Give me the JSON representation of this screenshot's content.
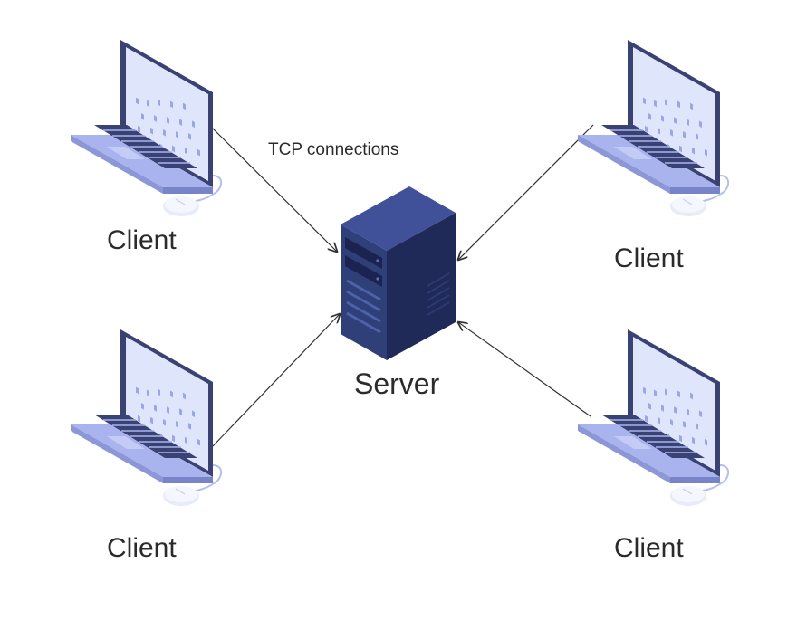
{
  "diagram": {
    "edge_label": "TCP connections",
    "server": {
      "label": "Server",
      "icon": "server-rack-icon"
    },
    "clients": [
      {
        "id": "client-top-left",
        "label": "Client",
        "icon": "laptop-icon"
      },
      {
        "id": "client-top-right",
        "label": "Client",
        "icon": "laptop-icon"
      },
      {
        "id": "client-bottom-left",
        "label": "Client",
        "icon": "laptop-icon"
      },
      {
        "id": "client-bottom-right",
        "label": "Client",
        "icon": "laptop-icon"
      }
    ],
    "edges": [
      {
        "from": "client-top-left",
        "to": "server",
        "directed": true
      },
      {
        "from": "client-top-right",
        "to": "server",
        "directed": true
      },
      {
        "from": "client-bottom-left",
        "to": "server",
        "directed": true
      },
      {
        "from": "client-bottom-right",
        "to": "server",
        "directed": true
      }
    ],
    "colors": {
      "laptop_body": "#a9b4ef",
      "laptop_dark": "#3a4273",
      "screen": "#dfe5fb",
      "server_front": "#2f3f78",
      "server_side": "#1f2a59",
      "arrow": "#333333"
    }
  }
}
